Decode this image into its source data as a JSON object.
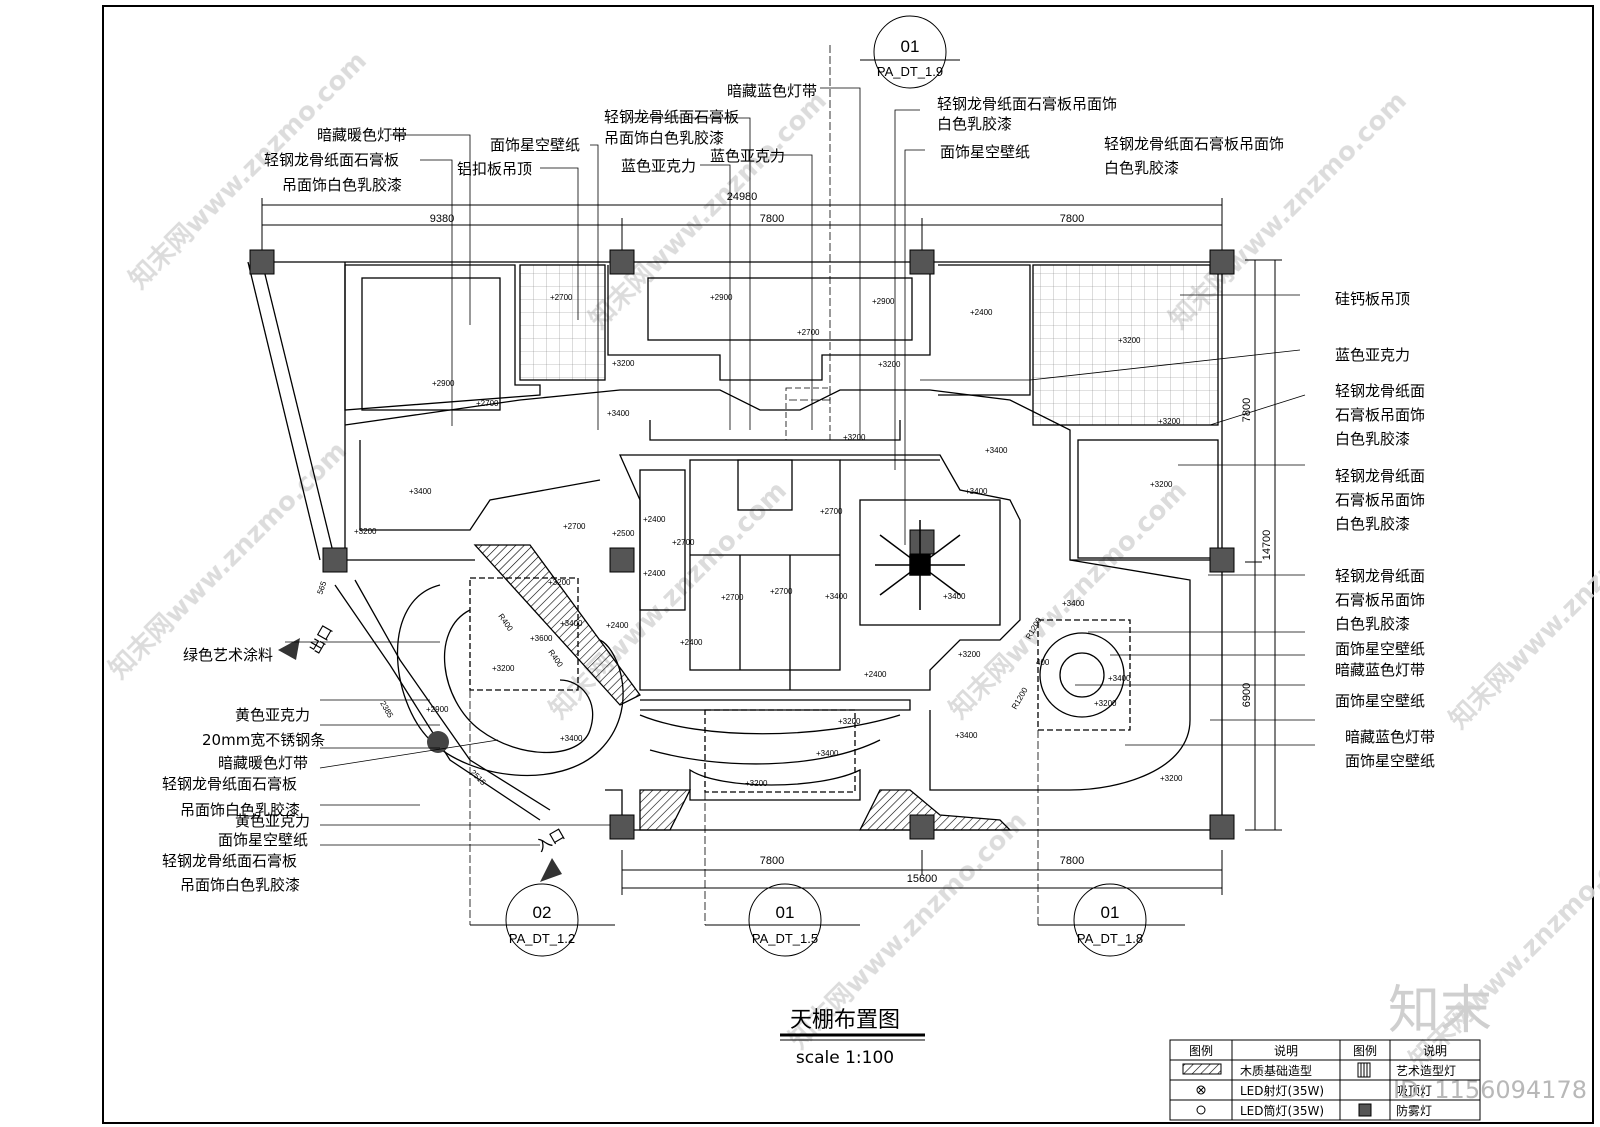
{
  "drawing_title": "天棚布置图",
  "scale": "scale 1:100",
  "watermark": {
    "text": "知末网www.znzmo.com",
    "logo": "知末",
    "id": "ID: 1156094178"
  },
  "dimensions": {
    "total_top": "24980",
    "top": [
      "9380",
      "7800",
      "7800"
    ],
    "bottom": [
      "7800",
      "7800"
    ],
    "total_bottom": "15600",
    "right": [
      "7800",
      "6900"
    ],
    "total_right": "14700",
    "minor": [
      "565",
      "2385",
      "2515",
      "R400",
      "R400",
      "R1200",
      "R1200",
      "400"
    ]
  },
  "section_refs": [
    {
      "num": "01",
      "sheet": "PA_DT_1.9"
    },
    {
      "num": "02",
      "sheet": "PA_DT_1.2"
    },
    {
      "num": "01",
      "sheet": "PA_DT_1.5"
    },
    {
      "num": "01",
      "sheet": "PA_DT_1.8"
    }
  ],
  "entrances": {
    "exit": "出口",
    "entry": "入口"
  },
  "annotations_left": [
    "暗藏暖色灯带",
    "轻钢龙骨纸面石膏板",
    "吊面饰白色乳胶漆",
    "铝扣板吊顶",
    "面饰星空壁纸",
    "轻钢龙骨纸面石膏板",
    "吊面饰白色乳胶漆",
    "蓝色亚克力",
    "蓝色亚克力",
    "暗藏蓝色灯带"
  ],
  "annotations_top_right": [
    "轻钢龙骨纸面石膏板吊面饰",
    "白色乳胶漆",
    "面饰星空壁纸",
    "轻钢龙骨纸面石膏板吊面饰",
    "白色乳胶漆"
  ],
  "annotations_right": [
    "硅钙板吊顶",
    "蓝色亚克力",
    "轻钢龙骨纸面",
    "石膏板吊面饰",
    "白色乳胶漆",
    "轻钢龙骨纸面",
    "石膏板吊面饰",
    "白色乳胶漆",
    "轻钢龙骨纸面",
    "石膏板吊面饰",
    "白色乳胶漆",
    "面饰星空壁纸",
    "暗藏蓝色灯带",
    "面饰星空壁纸",
    "暗藏蓝色灯带",
    "面饰星空壁纸"
  ],
  "annotations_lower_left": [
    "绿色艺术涂料",
    "黄色亚克力",
    "20mm宽不锈钢条",
    "暗藏暖色灯带",
    "轻钢龙骨纸面石膏板",
    "吊面饰白色乳胶漆",
    "黄色亚克力",
    "面饰星空壁纸",
    "轻钢龙骨纸面石膏板",
    "吊面饰白色乳胶漆"
  ],
  "ceiling_levels": [
    "+2700",
    "+2900",
    "+2900",
    "+2700",
    "+2900",
    "+2400",
    "+3200",
    "+3200",
    "+2700",
    "+3200",
    "+3400",
    "+3200",
    "+3200",
    "+3400",
    "+3200",
    "+3400",
    "+3400",
    "+3200",
    "+2700",
    "+2500",
    "+2400",
    "+2700",
    "+2700",
    "+2400",
    "+3400",
    "+3600",
    "+3200",
    "+2700",
    "+2700",
    "+2400",
    "+2400",
    "+3400",
    "+3200",
    "+3400",
    "+3400",
    "+2400",
    "+3200",
    "+3400",
    "+3200",
    "+3400",
    "+3200",
    "+2900",
    "+3400",
    "+3200",
    "+3400",
    "+3200"
  ],
  "legend": {
    "headers": [
      "图例",
      "说明",
      "图例",
      "说明"
    ],
    "rows": [
      {
        "symbol": "hatch-swatch",
        "desc": "木质基础造型",
        "symbol2": "art-light-icon",
        "desc2": "艺术造型灯"
      },
      {
        "symbol": "led-spot-icon",
        "desc": "LED射灯(35W)",
        "symbol2": "",
        "desc2": "吸顶灯"
      },
      {
        "symbol": "led-downlight-icon",
        "desc": "LED筒灯(35W)",
        "symbol2": "fog-lamp-icon",
        "desc2": "防雾灯"
      }
    ]
  }
}
